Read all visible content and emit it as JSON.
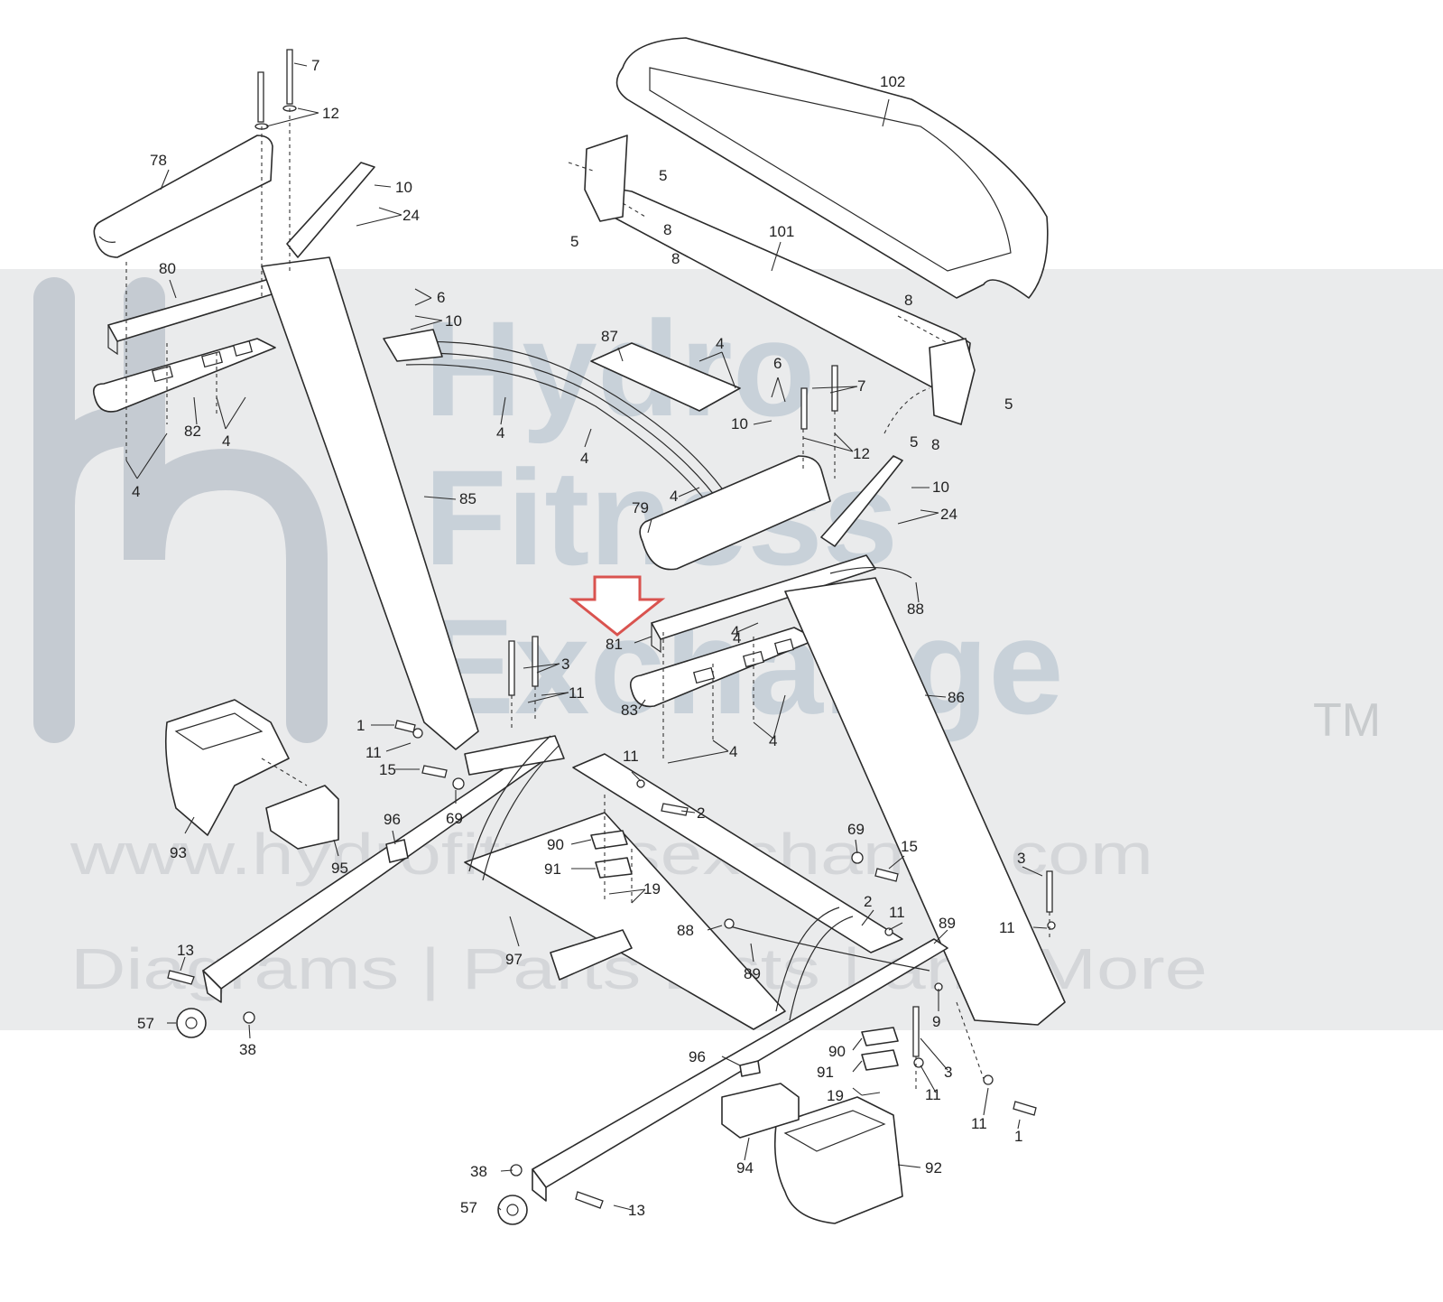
{
  "watermark": {
    "brand_line1": "Hydro",
    "brand_line2": "Fitness",
    "brand_line3": "Exchange",
    "trademark": "TM",
    "url": "www.hydrofitnessexchange.com",
    "tagline": "Diagrams | Parts Lists | and More"
  },
  "highlight": {
    "part": "81",
    "arrow_color": "#d9534f"
  },
  "callouts": [
    "102",
    "101",
    "5",
    "5",
    "8",
    "8",
    "8",
    "5",
    "5",
    "8",
    "7",
    "12",
    "78",
    "10",
    "24",
    "80",
    "82",
    "4",
    "4",
    "4",
    "6",
    "10",
    "87",
    "4",
    "4",
    "4",
    "4",
    "85",
    "6",
    "7",
    "10",
    "12",
    "79",
    "10",
    "24",
    "88",
    "81",
    "4",
    "83",
    "4",
    "4",
    "86",
    "3",
    "11",
    "1",
    "11",
    "15",
    "69",
    "11",
    "2",
    "93",
    "95",
    "96",
    "90",
    "91",
    "19",
    "69",
    "15",
    "3",
    "11",
    "2",
    "11",
    "89",
    "88",
    "89",
    "9",
    "97",
    "13",
    "57",
    "38",
    "96",
    "90",
    "91",
    "19",
    "3",
    "11",
    "11",
    "1",
    "38",
    "57",
    "13",
    "94",
    "92"
  ]
}
